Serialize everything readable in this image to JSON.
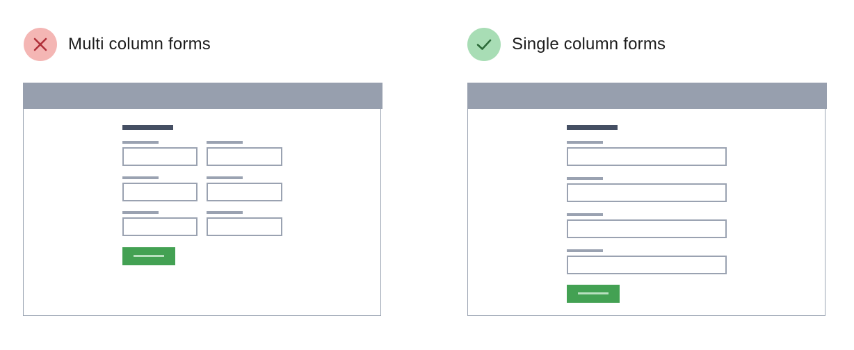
{
  "comparison": {
    "bad_example": {
      "title": "Multi column forms",
      "status_icon": "x-mark-icon",
      "badge_color": "#f4b6b4",
      "icon_color": "#b0303a",
      "field_rows": 3,
      "field_columns": 2
    },
    "good_example": {
      "title": "Single column forms",
      "status_icon": "check-mark-icon",
      "badge_color": "#a8ddb5",
      "icon_color": "#2d6b3a",
      "field_rows": 4,
      "field_columns": 1
    },
    "colors": {
      "window_bar": "#979fae",
      "window_border": "#9aa3b2",
      "form_title": "#454f63",
      "field": "#9aa2b1",
      "button": "#43a153",
      "button_line": "#b8e0bf"
    }
  }
}
